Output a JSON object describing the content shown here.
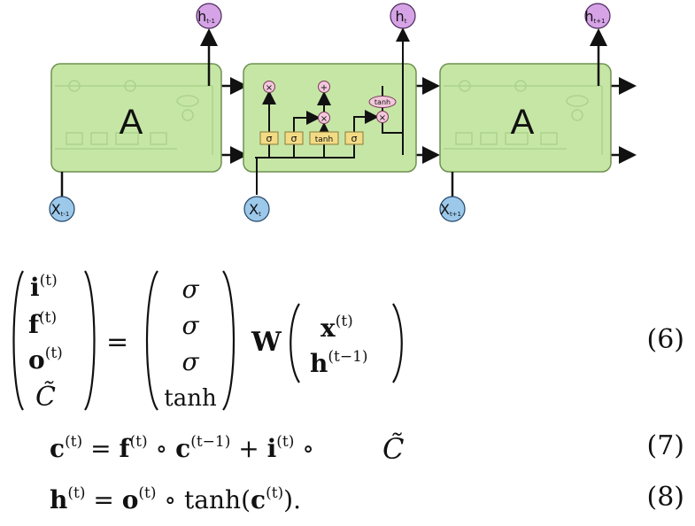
{
  "diagram": {
    "cell_letter": "A",
    "outputs": [
      "h",
      "h",
      "h"
    ],
    "output_subscripts": [
      "t-1",
      "t",
      "t+1"
    ],
    "inputs": [
      "X",
      "X",
      "X"
    ],
    "input_subscripts": [
      "t-1",
      "t",
      "t+1"
    ],
    "gates": [
      "σ",
      "σ",
      "tanh",
      "σ"
    ],
    "tanh_oval": "tanh",
    "mult_symbol": "×",
    "add_symbol": "+"
  },
  "equations": {
    "eq6": {
      "lhs": [
        "i",
        "f",
        "o",
        "C̃"
      ],
      "rhs": [
        "σ",
        "σ",
        "σ",
        "tanh"
      ],
      "weight": "W",
      "vector": [
        "x",
        "h"
      ],
      "vector_superscripts": [
        "(t)",
        "(t−1)"
      ],
      "superscript": "(t)",
      "number": "(6)"
    },
    "eq7": {
      "number": "(7)"
    },
    "eq8": {
      "number": "(8)"
    }
  },
  "colors": {
    "cell_fill": "#c6e6a6",
    "cell_stroke": "#6f9150",
    "output_node": "#d6a3e6",
    "input_node": "#9cc8ea",
    "gate_fill": "#f3db85",
    "op_fill": "#f3c8dc"
  }
}
